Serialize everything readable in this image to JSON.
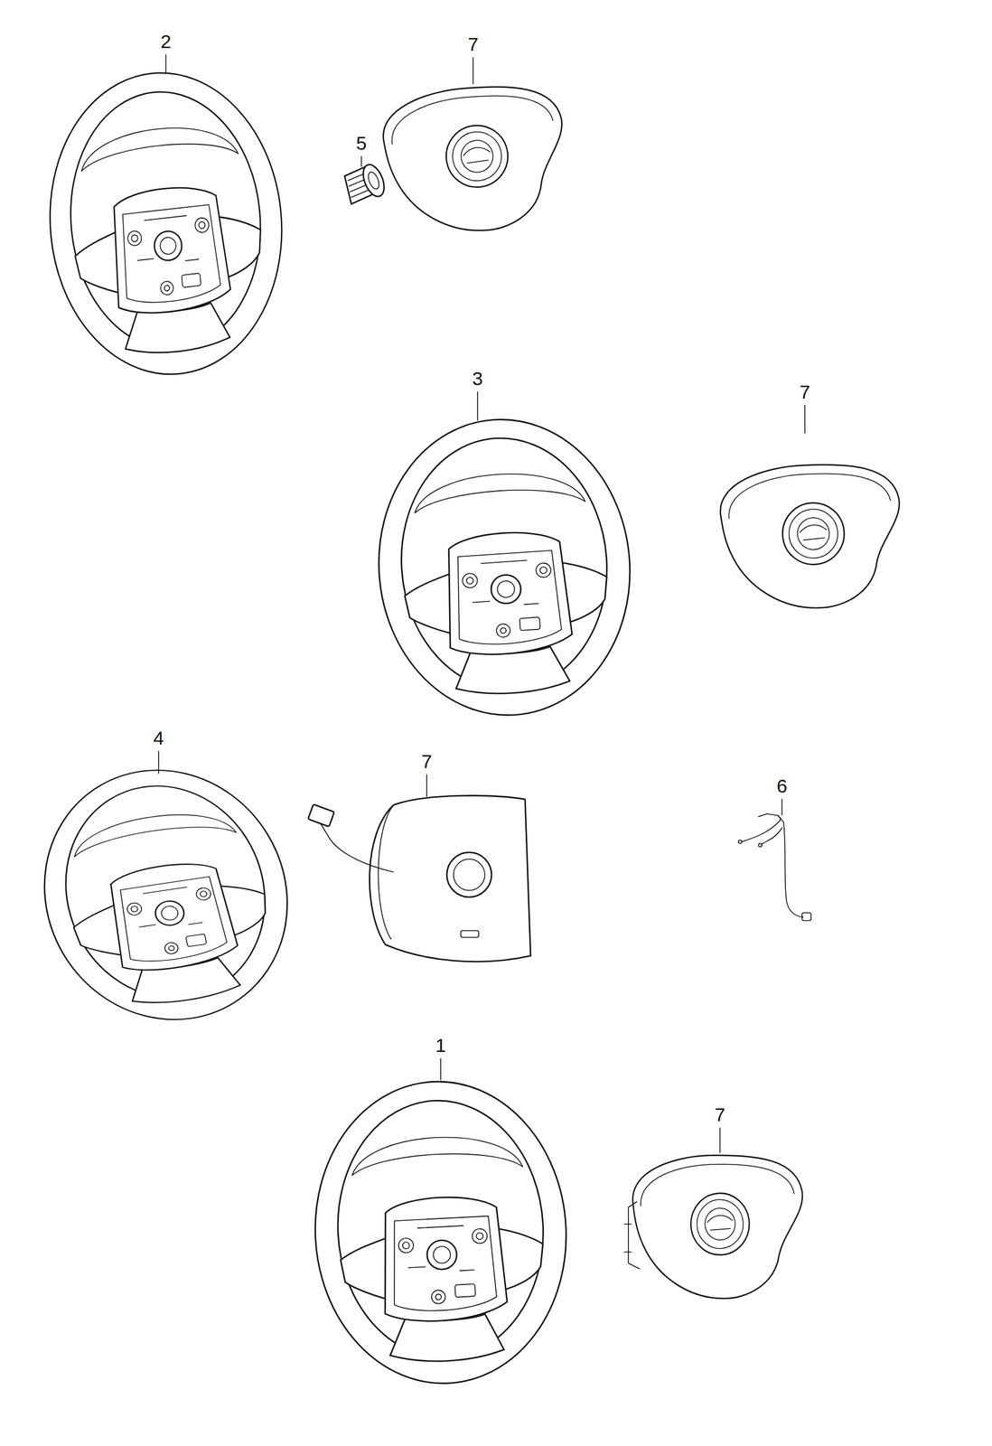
{
  "diagram": {
    "labels": [
      "2",
      "5",
      "7",
      "3",
      "7",
      "4",
      "7",
      "6",
      "1",
      "7"
    ]
  }
}
